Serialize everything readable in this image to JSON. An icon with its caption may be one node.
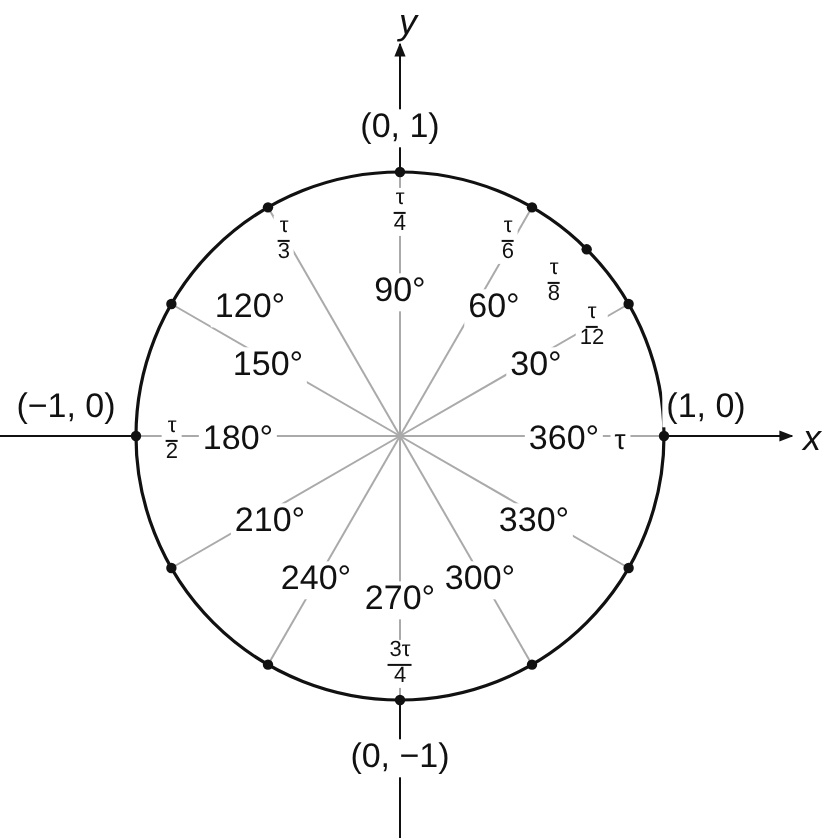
{
  "diagram": {
    "labels": [
      "y",
      "(0, 1)",
      "τ 4",
      "τ 3",
      "τ 6",
      "90°",
      "τ 8",
      "120°",
      "60°",
      "τ 12",
      "150°",
      "30°",
      "(−1, 0)",
      "τ 2",
      "180°",
      "360°",
      "τ",
      "(1, 0)",
      "x",
      "210°",
      "330°",
      "240°",
      "300°",
      "270°",
      "3τ 4",
      "(0, −1)"
    ]
  }
}
